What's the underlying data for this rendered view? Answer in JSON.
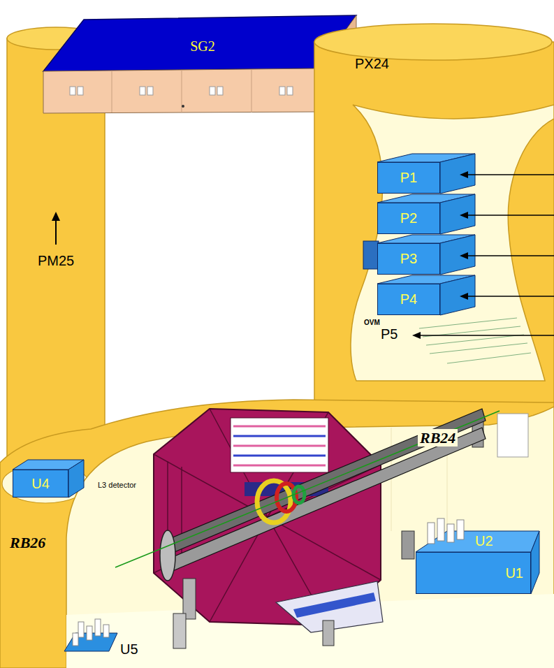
{
  "diagram": {
    "nodes": [
      {
        "text": [
          "SG2"
        ]
      },
      {
        "text": [
          "PX24"
        ]
      },
      {
        "text": [
          "P1"
        ],
        "in": 1
      },
      {
        "text": [
          "P2"
        ],
        "in": 1
      },
      {
        "text": [
          "P3"
        ],
        "in": 1
      },
      {
        "text": [
          "P4"
        ],
        "in": 1
      },
      {
        "text": [
          "PM25"
        ]
      },
      {
        "text": [
          "U4"
        ]
      },
      {
        "text": [
          "U1"
        ]
      }
    ],
    "labels": [
      "OVM",
      "P5",
      "RB24",
      "L3 detector",
      "U2",
      "RB26",
      "U5"
    ]
  }
}
